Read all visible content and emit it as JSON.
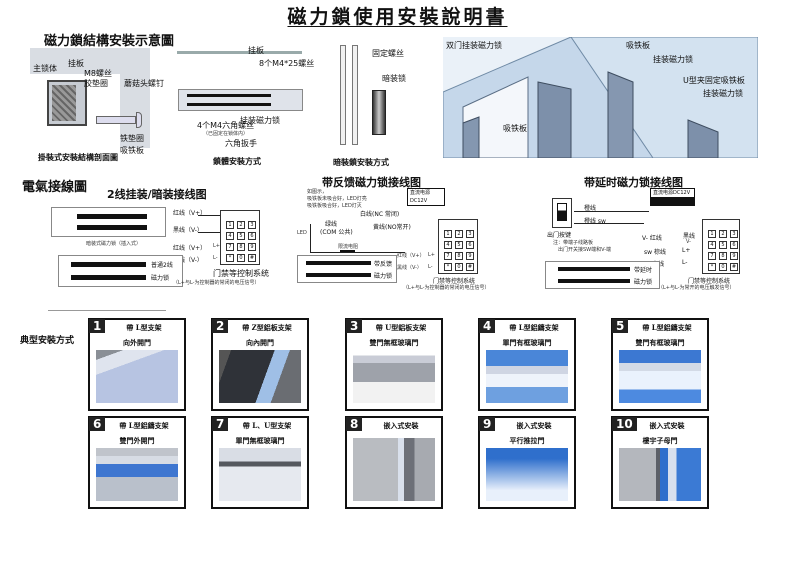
{
  "title": "磁力鎖使用安裝說明書",
  "structure_section": {
    "heading": "磁力鎖結構安裝示意圖",
    "cross_section": {
      "labels": {
        "main_body": "主锁体",
        "mount_plate": "挂板",
        "m8_screw": "M8螺丝",
        "rubber_washer": "胶垫圈",
        "mushroom_screw": "蘑菇头螺钉",
        "iron_washer": "铁垫圈",
        "armature": "吸铁板"
      },
      "caption": "掛裝式安裝結構剖面圖"
    },
    "surface_mount": {
      "labels": {
        "mount_plate": "挂板",
        "screws": "8个M4*25螺丝",
        "lock": "挂装磁力锁",
        "hex_screws": "4个M4六角螺丝",
        "hex_note": "（已固定在锁体内）",
        "hex_key": "六角扳手"
      },
      "caption": "鎖體安裝方式"
    },
    "concealed": {
      "labels": {
        "fix_screw": "固定螺丝",
        "concealed_lock": "暗装锁"
      },
      "caption": "暗裝鎖安裝方式"
    },
    "door_illustration": {
      "labels": {
        "double_door_lock": "双门挂装磁力锁",
        "armature_1": "吸铁板",
        "armature_2": "吸铁板",
        "hung_lock_1": "挂装磁力锁",
        "u_clamp": "U型夹固定吸铁板",
        "hung_lock_2": "挂装磁力锁"
      }
    }
  },
  "wiring_section": {
    "heading": "電氣接線圖",
    "diagram1": {
      "title": "2线挂装/暗装接线图",
      "red_wire": "红线（V+）",
      "black_wire": "黑线（V-）",
      "red_wire_2": "红线（V+）",
      "black_wire_2": "黑线（V-）",
      "embedded_label": "暗装式磁力锁（插入式）",
      "lock_label_1": "普通2线",
      "lock_label_2": "磁力锁",
      "l_plus": "L+",
      "l_minus": "L-",
      "access_system": "门禁等控制系统",
      "access_note": "（L+与L-为控制器的常闭的电压信号）",
      "keys": [
        "1",
        "2",
        "3",
        "4",
        "5",
        "6",
        "7",
        "8",
        "9",
        "*",
        "0",
        "#"
      ]
    },
    "diagram2": {
      "title": "带反馈磁力锁接线图",
      "note_lines": [
        "如图示，",
        "吸铁板未吸合好，LED灯亮",
        "吸铁板吸合好，LED灯灭"
      ],
      "psu": "直流电源DC12V",
      "white_wire": "白线(NC 常闭)",
      "green_wire": "绿线",
      "com": "(COM 公共)",
      "yellow_wire": "黄线(NO常开)",
      "led": "LED",
      "resistor": "限流电阻",
      "red_wire": "红线（V+）",
      "black_wire": "黑线（V-）",
      "l_plus": "L+",
      "l_minus": "L-",
      "lock_label_1": "带反馈",
      "lock_label_2": "磁力锁",
      "access_system": "门禁等控制系统",
      "access_note": "（L+与L-为控制器的常闭的电压信号）",
      "keys": [
        "1",
        "2",
        "3",
        "4",
        "5",
        "6",
        "7",
        "8",
        "9",
        "*",
        "0",
        "#"
      ]
    },
    "diagram3": {
      "title": "带延时磁力锁接线图",
      "psu": "直流电源DC12V",
      "orange_wire": "橙线",
      "orange_sw": "橙线 sw",
      "exit_button": "出门按键",
      "note_1": "注：带端子线路板",
      "note_2": "出门开关接SW端和V-端",
      "v_minus_red": "V-  红线",
      "black_v": "黑线",
      "v_label": "V-",
      "sw_brown": "sw 棕线",
      "in_white": "IN 白线",
      "l_plus": "L+",
      "l_minus": "L-",
      "lock_label_1": "带延时",
      "lock_label_2": "磁力锁",
      "access_system": "门禁等控制系统",
      "access_note": "（L+与L-为常开的电压触发信号）",
      "keys": [
        "1",
        "2",
        "3",
        "4",
        "5",
        "6",
        "7",
        "8",
        "9",
        "*",
        "0",
        "#"
      ]
    }
  },
  "typical_section": {
    "heading": "典型安裝方式",
    "cards": [
      {
        "num": "1",
        "line1": "帶 L型支架",
        "line2": "向外開門"
      },
      {
        "num": "2",
        "line1": "帶 Z型鋁板支架",
        "line2": "向內開門"
      },
      {
        "num": "3",
        "line1": "帶 U型鋁板支架",
        "line2": "雙門無框玻璃門"
      },
      {
        "num": "4",
        "line1": "帶 L型鋁鑄支架",
        "line2": "單門有框玻璃門"
      },
      {
        "num": "5",
        "line1": "帶 L型鋁鑄支架",
        "line2": "雙門有框玻璃門"
      },
      {
        "num": "6",
        "line1": "帶 L型鋁鑄支架",
        "line2": "雙門外開門"
      },
      {
        "num": "7",
        "line1": "帶 L、U型支架",
        "line2": "單門無框玻璃門"
      },
      {
        "num": "8",
        "line1": "嵌入式安裝",
        "line2": ""
      },
      {
        "num": "9",
        "line1": "嵌入式安裝",
        "line2": "平行推拉門"
      },
      {
        "num": "10",
        "line1": "嵌入式安裝",
        "line2": "樓宇子母門"
      }
    ]
  }
}
